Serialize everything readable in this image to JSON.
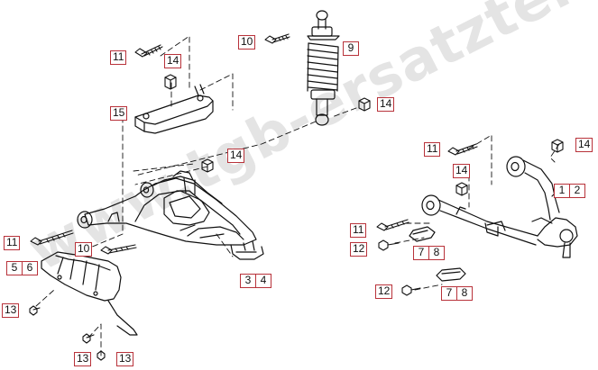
{
  "diagram": {
    "watermark": "www.tgb-ersatzteile.de",
    "accent_color": "#b8323a",
    "line_color": "#111111",
    "labels": [
      {
        "id": "l11a",
        "parts": [
          "11"
        ]
      },
      {
        "id": "l14a",
        "parts": [
          "14"
        ]
      },
      {
        "id": "l10a",
        "parts": [
          "10"
        ]
      },
      {
        "id": "l9",
        "parts": [
          "9"
        ]
      },
      {
        "id": "l15",
        "parts": [
          "15"
        ]
      },
      {
        "id": "l14b",
        "parts": [
          "14"
        ]
      },
      {
        "id": "l14c",
        "parts": [
          "14"
        ]
      },
      {
        "id": "l11b",
        "parts": [
          "11"
        ]
      },
      {
        "id": "l14d",
        "parts": [
          "14"
        ]
      },
      {
        "id": "l14e",
        "parts": [
          "14"
        ]
      },
      {
        "id": "l12",
        "parts": [
          "1",
          "2"
        ]
      },
      {
        "id": "l11c",
        "parts": [
          "11"
        ]
      },
      {
        "id": "l10b",
        "parts": [
          "10"
        ]
      },
      {
        "id": "l11d",
        "parts": [
          "11"
        ]
      },
      {
        "id": "l12b",
        "parts": [
          "12"
        ]
      },
      {
        "id": "l78a",
        "parts": [
          "7",
          "8"
        ]
      },
      {
        "id": "l56",
        "parts": [
          "5",
          "6"
        ]
      },
      {
        "id": "l34",
        "parts": [
          "3",
          "4"
        ]
      },
      {
        "id": "l12c",
        "parts": [
          "12"
        ]
      },
      {
        "id": "l78b",
        "parts": [
          "7",
          "8"
        ]
      },
      {
        "id": "l13a",
        "parts": [
          "13"
        ]
      },
      {
        "id": "l13b",
        "parts": [
          "13"
        ]
      },
      {
        "id": "l13c",
        "parts": [
          "13"
        ]
      }
    ]
  }
}
